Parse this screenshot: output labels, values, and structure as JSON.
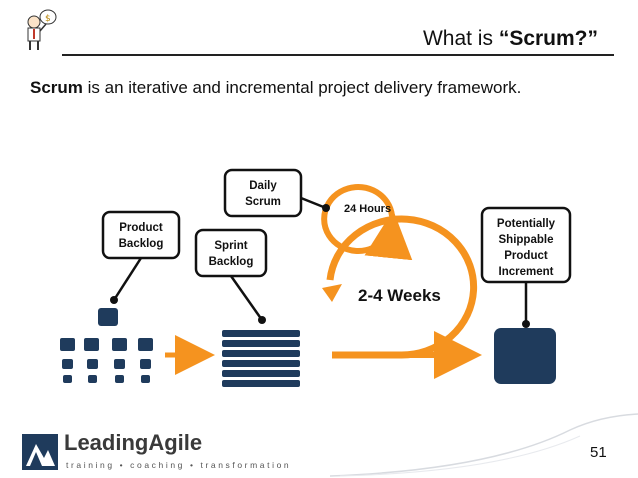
{
  "slide": {
    "title_prefix": "What is ",
    "title_emphasis": "“Scrum?”",
    "subtitle_emphasis": "Scrum",
    "subtitle_rest": " is an iterative and incremental project delivery framework.",
    "page_number": "51"
  },
  "diagram": {
    "labels": {
      "product_backlog": [
        "Product",
        "Backlog"
      ],
      "sprint_backlog": [
        "Sprint",
        "Backlog"
      ],
      "daily_scrum": [
        "Daily",
        "Scrum"
      ],
      "increment": [
        "Potentially",
        "Shippable",
        "Product",
        "Increment"
      ]
    },
    "loop_small": "24 Hours",
    "loop_large": "2-4 Weeks",
    "colors": {
      "navy": "#1f3b5c",
      "orange": "#f5931f",
      "text": "#111111"
    }
  },
  "branding": {
    "name": "LeadingAgile",
    "tagline": "training • coaching • transformation"
  }
}
